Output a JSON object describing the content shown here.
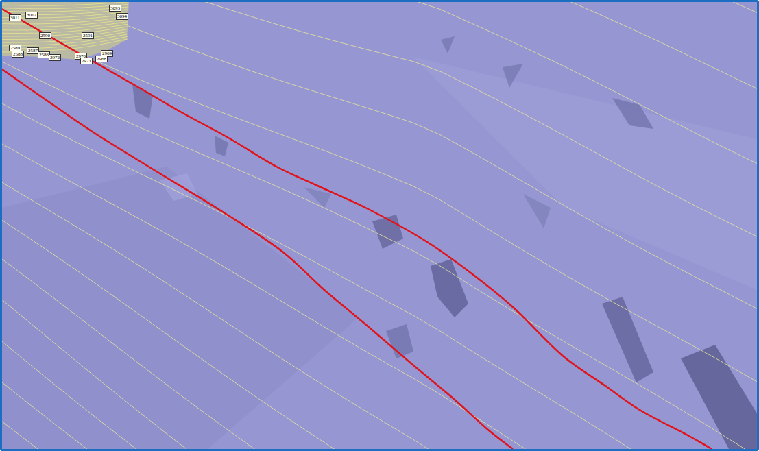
{
  "diagram": {
    "labels": [
      "3011",
      "3012",
      "3093",
      "3094",
      "2590",
      "2591",
      "2589",
      "2588",
      "2587",
      "2586",
      "2972",
      "2970",
      "2971",
      "2969",
      "2968"
    ]
  }
}
